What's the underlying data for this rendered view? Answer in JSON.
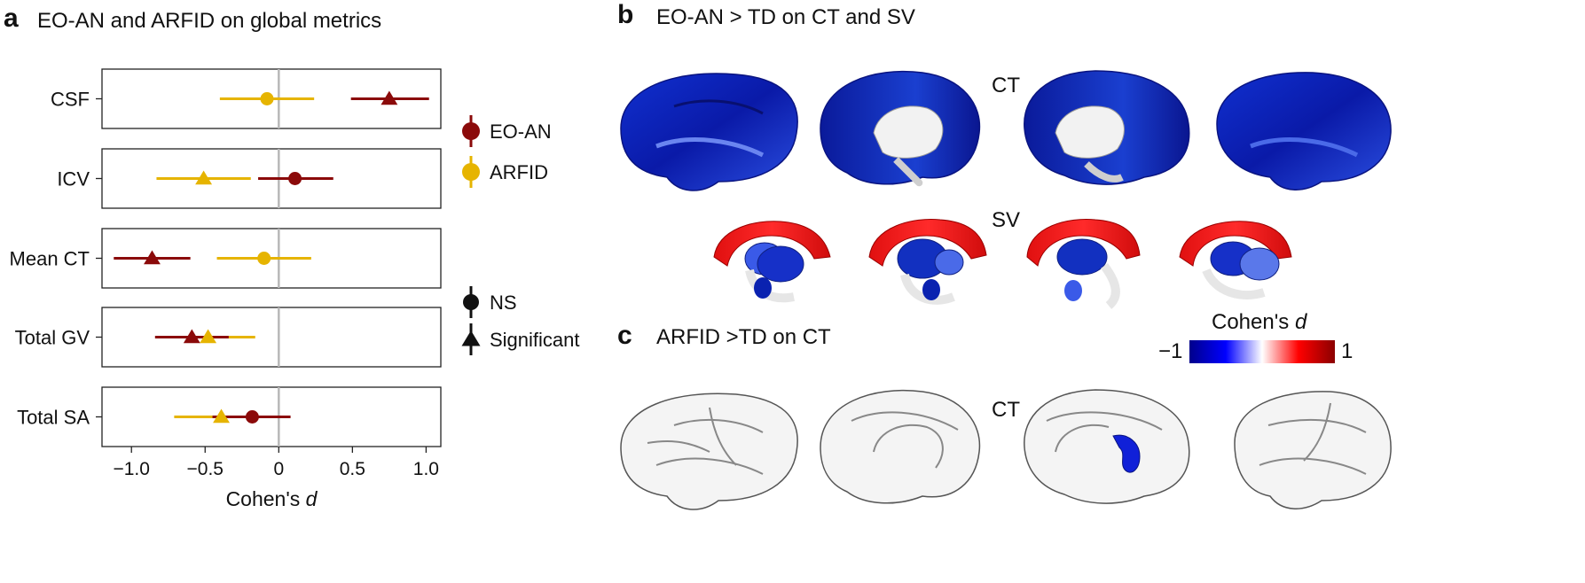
{
  "panels": {
    "a": {
      "letter": "a",
      "title": "EO-AN and ARFID on global metrics"
    },
    "b": {
      "letter": "b",
      "title": "EO-AN > TD on CT and SV",
      "row1_label": "CT",
      "row2_label": "SV"
    },
    "c": {
      "letter": "c",
      "title": "ARFID >TD on CT",
      "row1_label": "CT"
    }
  },
  "colorbar": {
    "title_prefix": "Cohen's ",
    "title_italic": "d",
    "min_label": "−1",
    "max_label": "1",
    "stops": [
      "#00008b",
      "#0000ff",
      "#ffffff",
      "#ff0000",
      "#8b0000"
    ]
  },
  "chart_data": {
    "type": "forest",
    "xlabel_prefix": "Cohen's ",
    "xlabel_italic": "d",
    "xlim": [
      -1.2,
      1.1
    ],
    "xticks": [
      -1.0,
      -0.5,
      0,
      0.5,
      1.0
    ],
    "xtick_labels": [
      "−1.0",
      "−0.5",
      "0",
      "0.5",
      "1.0"
    ],
    "categories": [
      "CSF",
      "ICV",
      "Mean CT",
      "Total GV",
      "Total SA"
    ],
    "series": [
      {
        "name": "EO-AN",
        "color": "#8b0a0a",
        "estimates": [
          0.75,
          0.11,
          -0.86,
          -0.59,
          -0.18
        ],
        "ci_low": [
          0.49,
          -0.14,
          -1.12,
          -0.84,
          -0.45
        ],
        "ci_high": [
          1.02,
          0.37,
          -0.6,
          -0.34,
          0.08
        ],
        "significant": [
          true,
          false,
          true,
          true,
          false
        ]
      },
      {
        "name": "ARFID",
        "color": "#e6b400",
        "estimates": [
          -0.08,
          -0.51,
          -0.1,
          -0.48,
          -0.39
        ],
        "ci_low": [
          -0.4,
          -0.83,
          -0.42,
          -0.8,
          -0.71
        ],
        "ci_high": [
          0.24,
          -0.19,
          0.22,
          -0.16,
          -0.07
        ],
        "significant": [
          false,
          true,
          false,
          true,
          true
        ]
      }
    ],
    "shape_legend": [
      {
        "label": "NS",
        "shape": "circle"
      },
      {
        "label": "Significant",
        "shape": "triangle"
      }
    ]
  }
}
